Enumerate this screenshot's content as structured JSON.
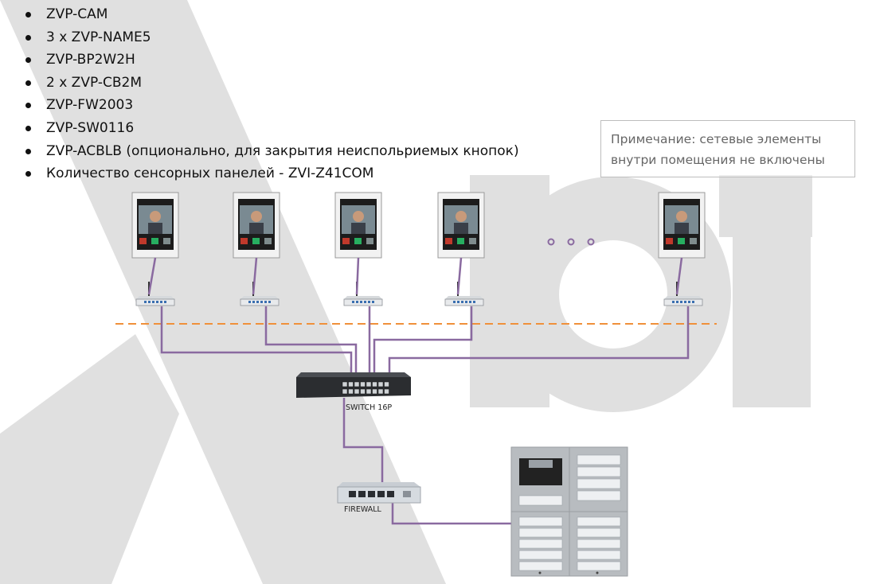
{
  "components": [
    "ZVP-CAM",
    "3 x ZVP-NAME5",
    "ZVP-BP2W2H",
    "2 x ZVP-CB2M",
    "ZVP-FW2003",
    "ZVP-SW0116",
    "ZVP-ACBLB (опционально, для закрытия неиспольриемых кнопок)",
    "Количество сенсорных панелей - ZVI-Z41COM"
  ],
  "note": {
    "line1": "Примечание: сетевые элементы",
    "line2": "внутри помещения не включены"
  },
  "switch_label": "SWITCH 16P",
  "firewall_label": "FIREWALL",
  "colors": {
    "cable": "#8a6aa0",
    "boundary": "#f0903a",
    "watermark": "#dedede"
  }
}
